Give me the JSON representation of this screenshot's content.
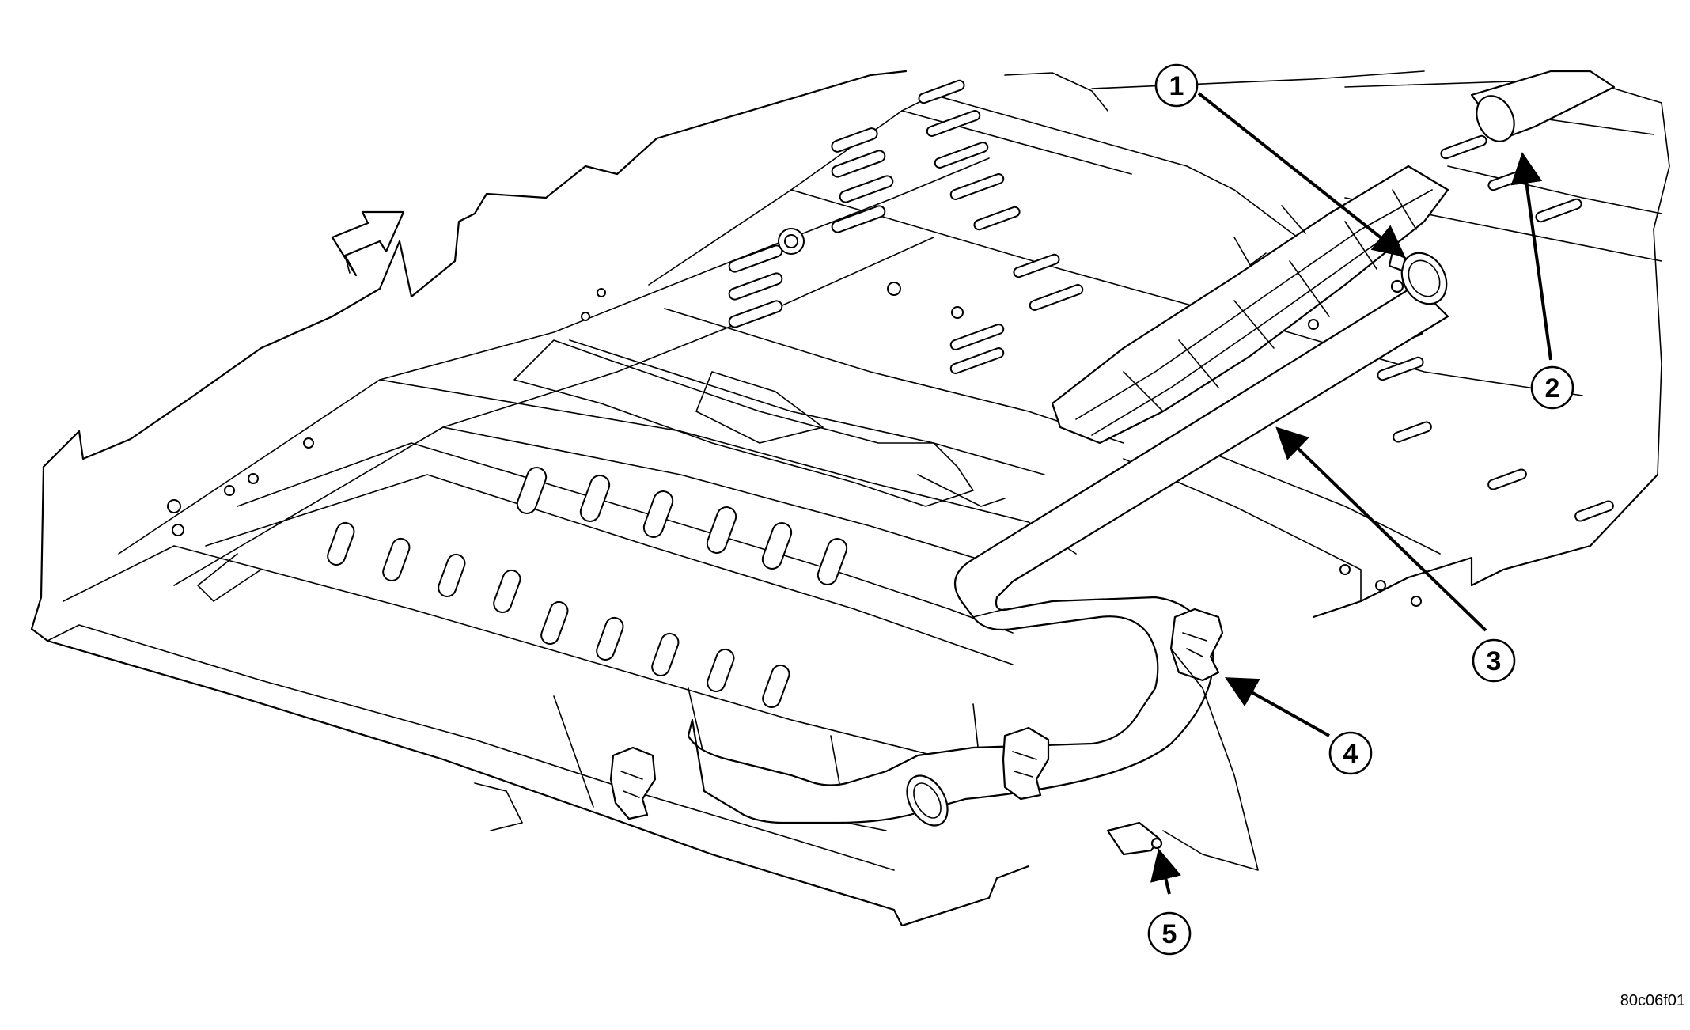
{
  "callouts": [
    {
      "label": "1"
    },
    {
      "label": "2"
    },
    {
      "label": "3"
    },
    {
      "label": "4"
    },
    {
      "label": "5"
    }
  ],
  "figure_ref": "80c06f01"
}
